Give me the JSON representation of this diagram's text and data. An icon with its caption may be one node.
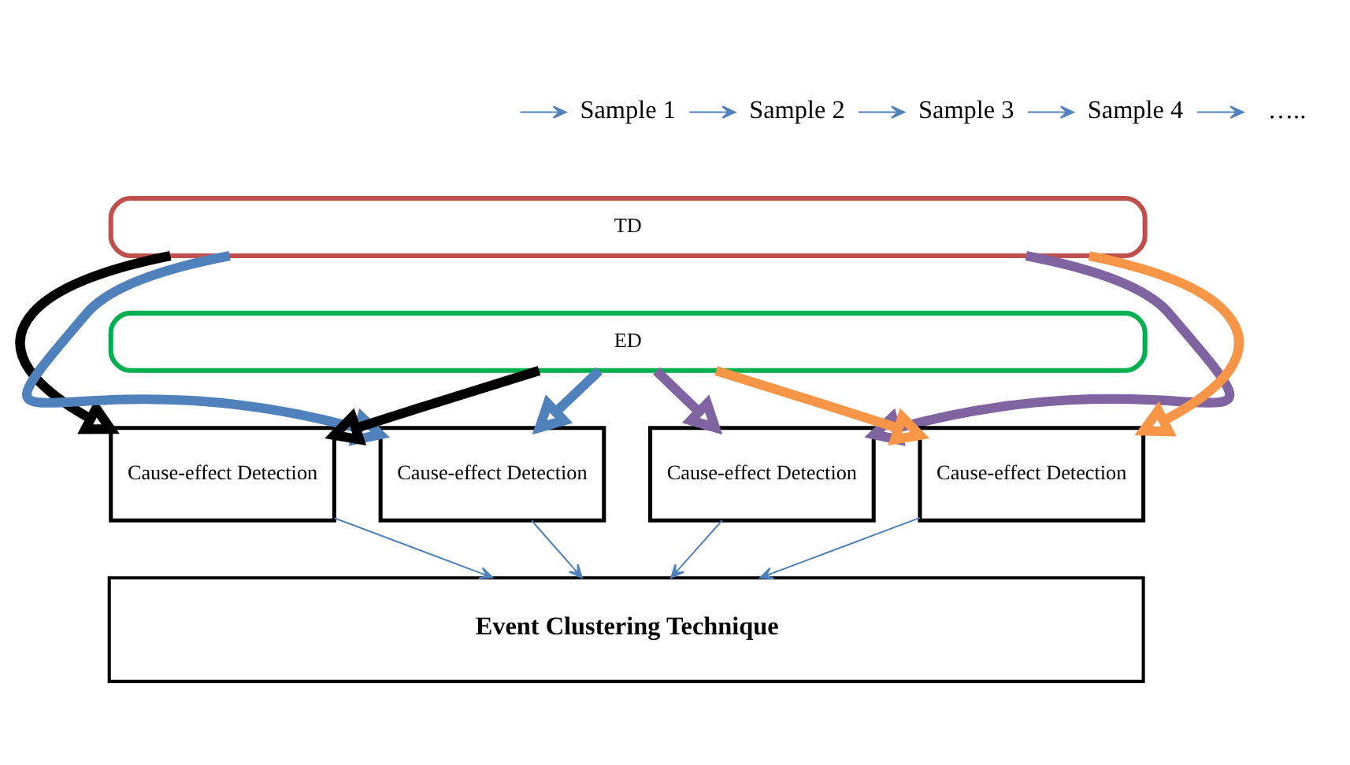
{
  "diagram": {
    "nodes": [
      {
        "text": [
          "Sample 1"
        ]
      },
      {
        "text": [
          "Sample 2"
        ]
      },
      {
        "text": [
          "Sample 3"
        ]
      },
      {
        "text": [
          "Sample 4"
        ]
      },
      {
        "text": [
          "….."
        ]
      },
      {
        "text": [
          "TD"
        ]
      },
      {
        "text": [
          "ED"
        ]
      },
      {
        "text": [
          "Cause-effect Detection"
        ]
      },
      {
        "text": [
          "Cause-effect Detection"
        ]
      },
      {
        "text": [
          "Cause-effect Detection"
        ]
      },
      {
        "text": [
          "Cause-effect Detection"
        ]
      },
      {
        "text": [
          "Event Clustering Technique"
        ]
      }
    ],
    "edges": [
      {
        "from": null,
        "to": 0,
        "arrow": "to"
      },
      {
        "from": 0,
        "to": 1,
        "arrow": "to"
      },
      {
        "from": 1,
        "to": 2,
        "arrow": "to"
      },
      {
        "from": 2,
        "to": 3,
        "arrow": "to"
      },
      {
        "from": 3,
        "to": 4,
        "arrow": "to"
      },
      {
        "from": 5,
        "to": 7,
        "arrow": "to",
        "style": "thick",
        "color": "#000000"
      },
      {
        "from": 6,
        "to": 7,
        "arrow": "to",
        "style": "thick",
        "color": "#000000"
      },
      {
        "from": 5,
        "to": 8,
        "arrow": "to",
        "style": "thick",
        "color": "#4f81bd"
      },
      {
        "from": 6,
        "to": 8,
        "arrow": "to",
        "style": "thick",
        "color": "#4f81bd"
      },
      {
        "from": 5,
        "to": 9,
        "arrow": "to",
        "style": "thick",
        "color": "#8064a2"
      },
      {
        "from": 6,
        "to": 9,
        "arrow": "to",
        "style": "thick",
        "color": "#8064a2"
      },
      {
        "from": 5,
        "to": 10,
        "arrow": "to",
        "style": "thick",
        "color": "#f79646"
      },
      {
        "from": 6,
        "to": 10,
        "arrow": "to",
        "style": "thick",
        "color": "#f79646"
      },
      {
        "from": 7,
        "to": 11,
        "arrow": "to"
      },
      {
        "from": 8,
        "to": 11,
        "arrow": "to"
      },
      {
        "from": 9,
        "to": 11,
        "arrow": "to"
      },
      {
        "from": 10,
        "to": 11,
        "arrow": "to"
      }
    ]
  }
}
